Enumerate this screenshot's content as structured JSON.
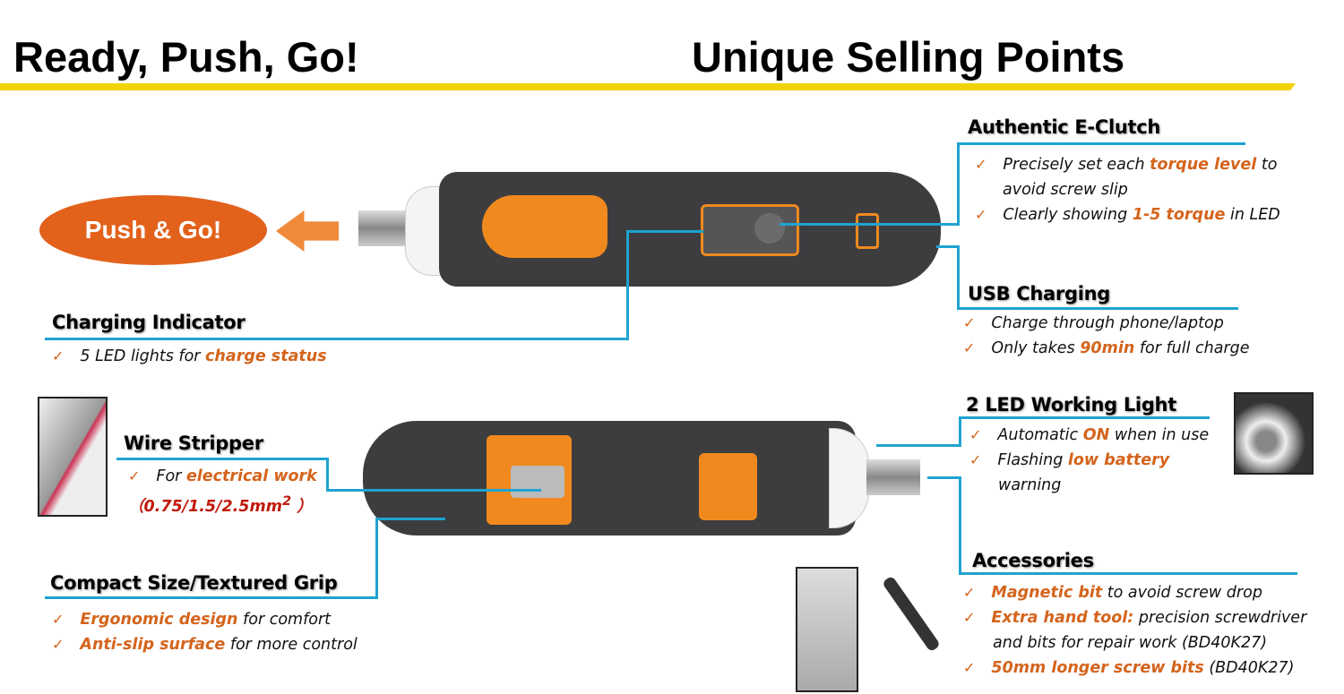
{
  "titles": {
    "left": "Ready, Push, Go!",
    "right": "Unique Selling Points"
  },
  "push_button": "Push & Go!",
  "colors": {
    "accent": "#d4641c",
    "line": "#1fa3d1",
    "band": "#f2d20a",
    "push": "#e2611b"
  },
  "eclutch": {
    "heading": "Authentic E-Clutch",
    "b1": [
      "Precisely set each ",
      "torque level",
      " to"
    ],
    "b1_cont": "avoid screw slip",
    "b2": [
      "Clearly showing ",
      "1-5 torque",
      " in LED"
    ]
  },
  "usb": {
    "heading": "USB Charging",
    "b1": "Charge through phone/laptop",
    "b2": [
      "Only takes ",
      "90min",
      " for full charge"
    ]
  },
  "charging": {
    "heading": "Charging Indicator",
    "b1": [
      "5 LED lights for ",
      "charge status"
    ]
  },
  "wire": {
    "heading": "Wire Stripper",
    "b1": [
      "For ",
      "electrical work"
    ],
    "sizes": "（0.75/1.5/2.5mm",
    "sup": "2",
    "close": " ）"
  },
  "compact": {
    "heading": "Compact Size/Textured Grip",
    "b1": [
      "Ergonomic design",
      " for comfort"
    ],
    "b2": [
      "Anti-slip surface",
      " for more control"
    ]
  },
  "led": {
    "heading": "2 LED Working Light",
    "b1": [
      "Automatic ",
      "ON",
      " when in use"
    ],
    "b2": [
      "Flashing ",
      "low battery"
    ],
    "b2_cont": "warning"
  },
  "accessories": {
    "heading": "Accessories",
    "b1": [
      "Magnetic bit",
      " to avoid screw drop"
    ],
    "b2": [
      "Extra hand tool:",
      " precision screwdriver"
    ],
    "b2_cont": "and bits for repair work (BD40K27)",
    "b3": [
      "50mm longer screw bits",
      " (BD40K27)"
    ]
  },
  "check": "✓"
}
